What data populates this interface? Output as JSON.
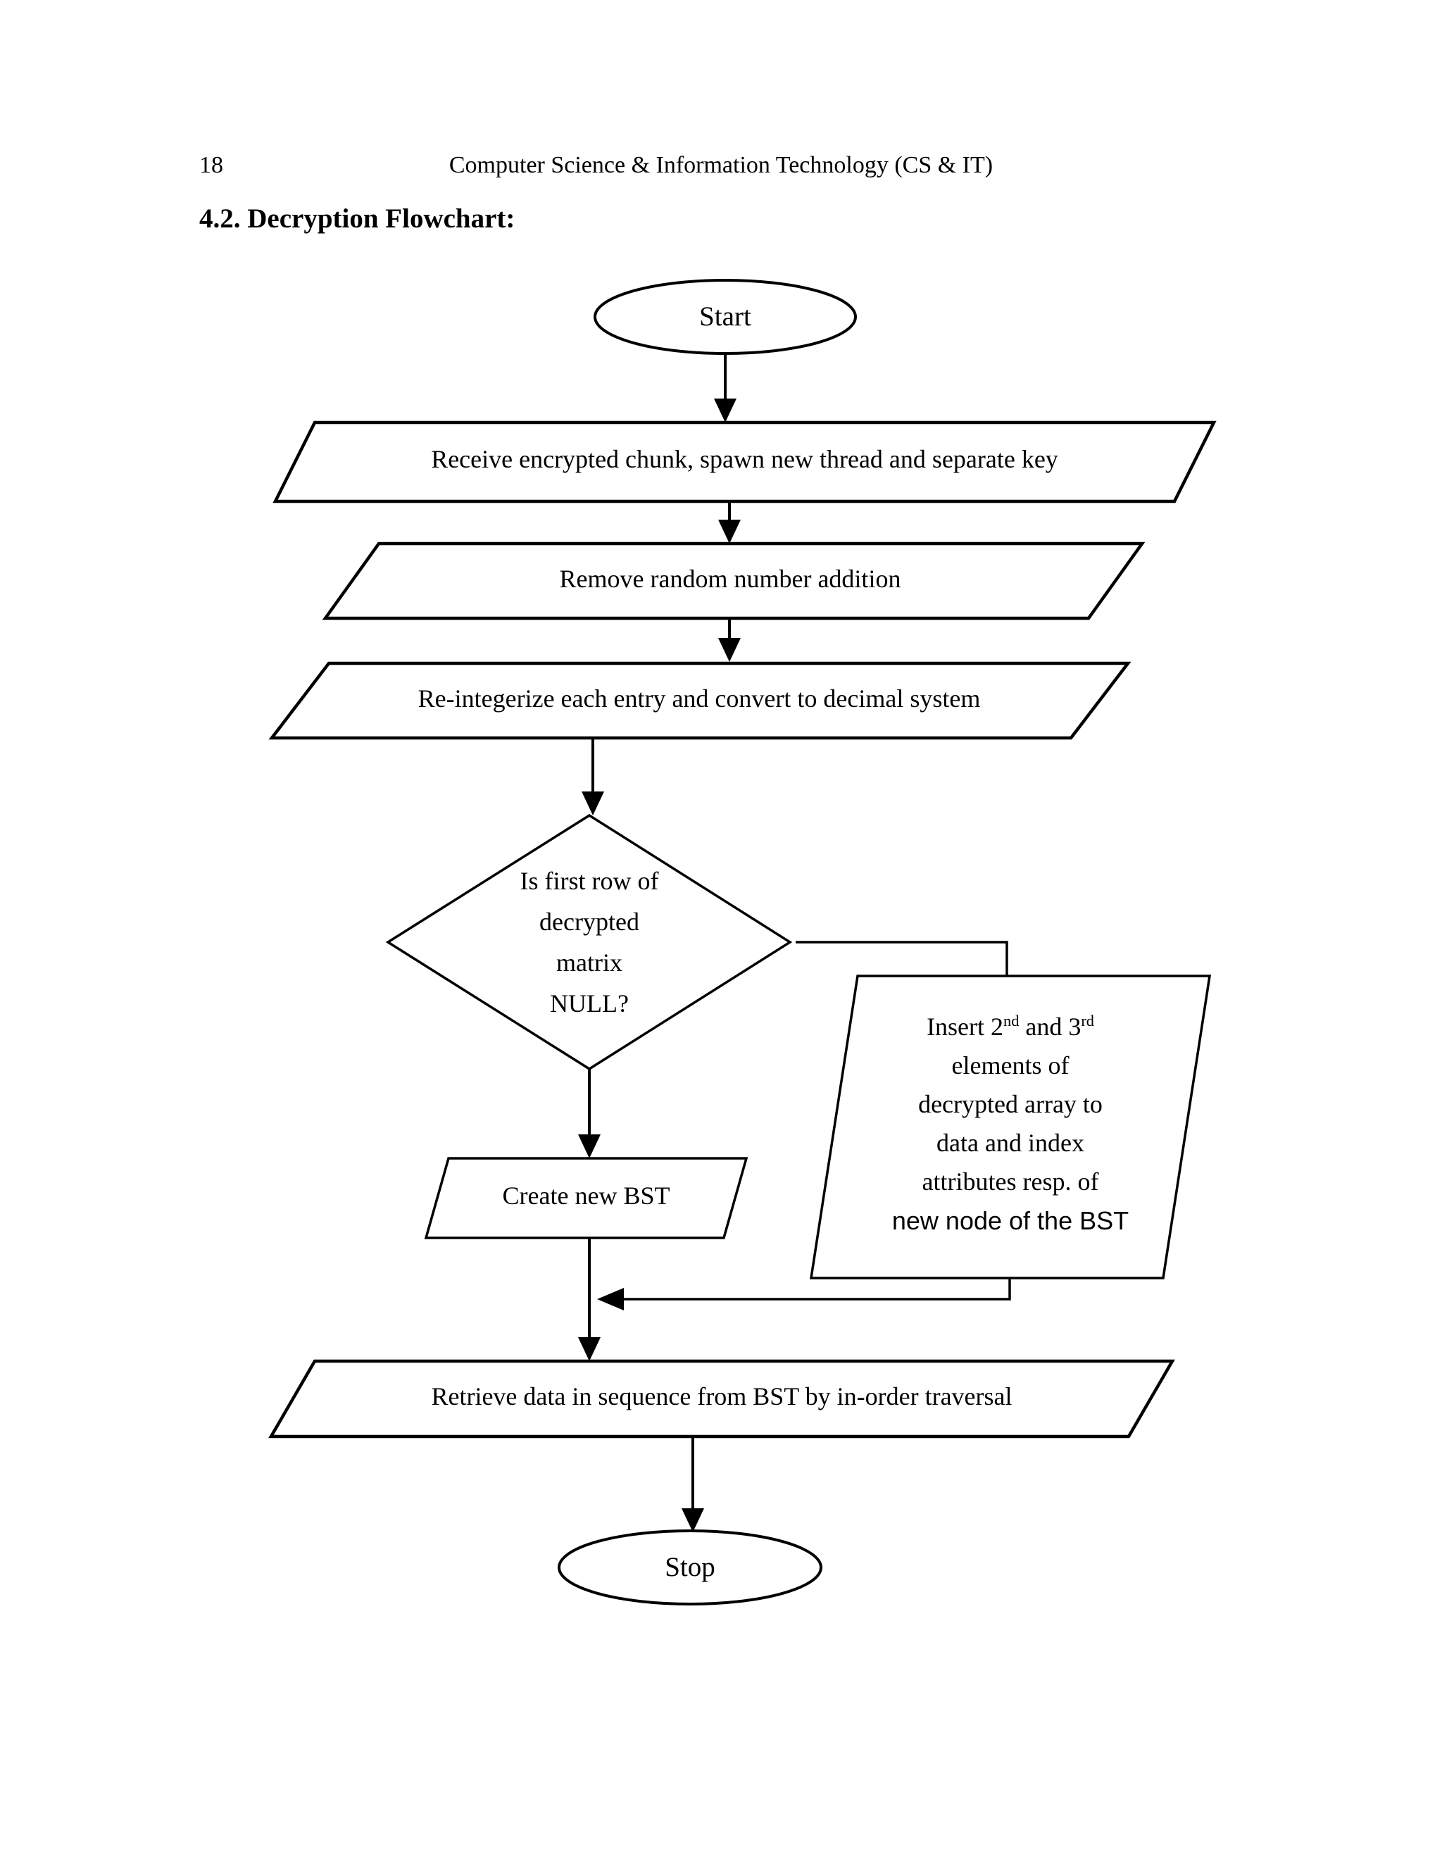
{
  "page": {
    "number": "18",
    "journal": "Computer Science & Information Technology (CS & IT)",
    "section_heading": "4.2. Decryption Flowchart:"
  },
  "flowchart": {
    "start_label": "Start",
    "receive_label": "Receive encrypted chunk, spawn new thread and separate key",
    "remove_label": "Remove random number addition",
    "reintegerize_label": "Re-integerize each entry and convert to decimal system",
    "decision": {
      "lines": [
        "Is first row of",
        "decrypted",
        "matrix",
        "NULL?"
      ]
    },
    "create_bst_label": "Create new BST",
    "insert_node": {
      "line1_prefix": "Insert 2",
      "line1_sup1": "nd",
      "line1_mid": " and 3",
      "line1_sup2": "rd",
      "lines_rest": [
        "elements of",
        "decrypted array to",
        "data and index",
        "attributes resp. of",
        "new node of the BST"
      ]
    },
    "retrieve_label": "Retrieve data in sequence from BST by in-order traversal",
    "stop_label": "Stop"
  },
  "colors": {
    "ink": "#000000",
    "paper": "#ffffff"
  }
}
